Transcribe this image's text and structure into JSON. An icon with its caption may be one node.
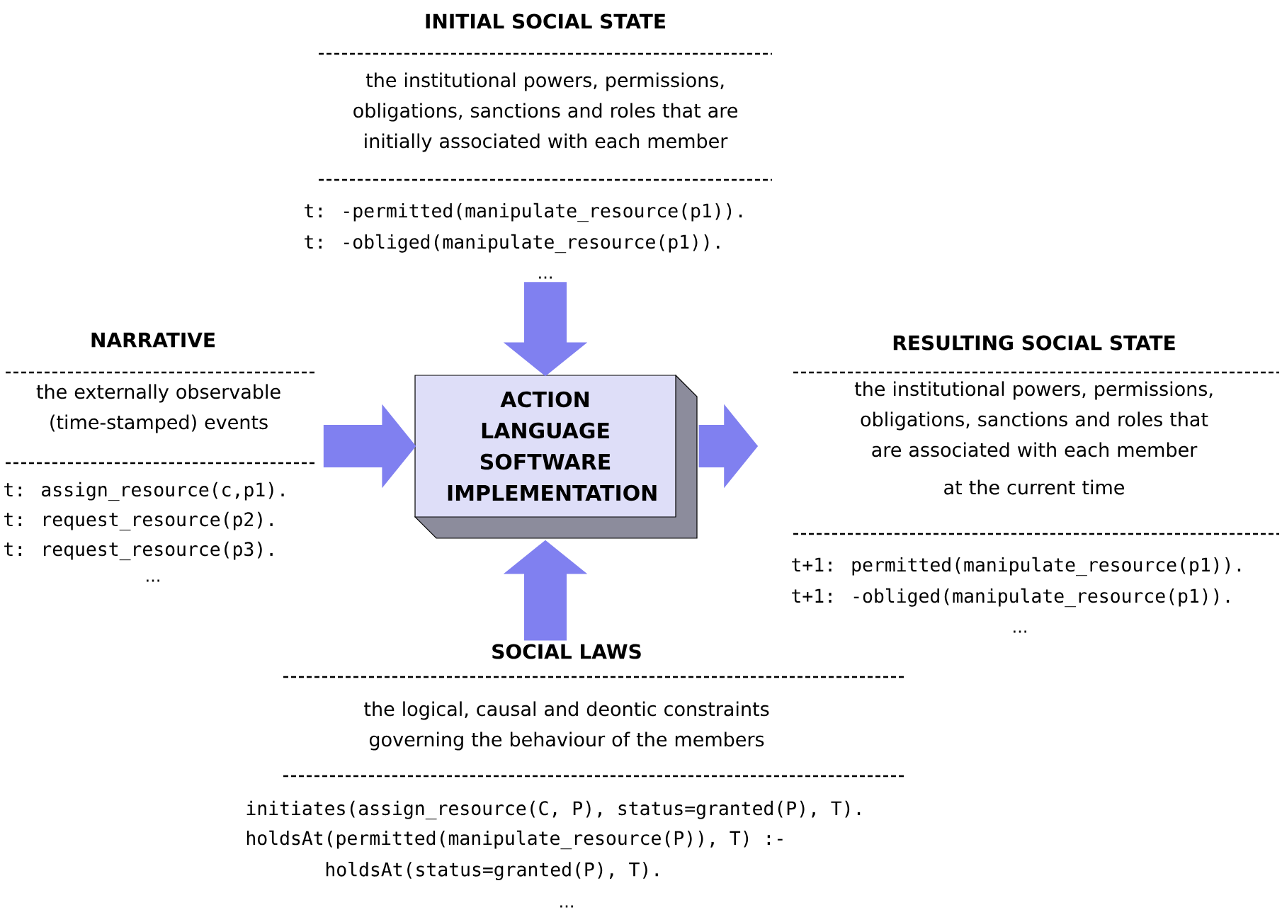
{
  "diagram": {
    "nodes": [
      {
        "text": [
          "INITIAL SOCIAL STATE",
          "the institutional powers, permissions, obligations, sanctions and roles that are initially associated with each member",
          "t: -permitted(manipulate_resource(p1)).",
          "t: -obliged(manipulate_resource(p1)).",
          "..."
        ]
      },
      {
        "text": [
          "NARRATIVE",
          "the externally observable (time-stamped) events",
          "t: assign_resource(c,p1).",
          "t: request_resource(p2).",
          "t: request_resource(p3).",
          "..."
        ]
      },
      {
        "text": [
          "ACTION LANGUAGE SOFTWARE IMPLEMENTATION"
        ]
      },
      {
        "text": [
          "RESULTING SOCIAL STATE",
          "the institutional powers, permissions, obligations, sanctions and roles that are associated with each member",
          "at the current time",
          "t+1: permitted(manipulate_resource(p1)).",
          "t+1: -obliged(manipulate_resource(p1)).",
          "..."
        ]
      },
      {
        "text": [
          "SOCIAL LAWS",
          "the logical, causal and deontic constraints governing the behaviour of the members",
          "initiates(assign_resource(C, P), status=granted(P), T).",
          "holdsAt(permitted(manipulate_resource(P)), T) :-",
          "holdsAt(status=granted(P), T).",
          "..."
        ]
      }
    ],
    "edges": [
      {
        "from": 0,
        "to": 2,
        "arrow": "to"
      },
      {
        "from": 1,
        "to": 2,
        "arrow": "to"
      },
      {
        "from": 2,
        "to": 3,
        "arrow": "to"
      },
      {
        "from": 4,
        "to": 2,
        "arrow": "to"
      }
    ]
  }
}
